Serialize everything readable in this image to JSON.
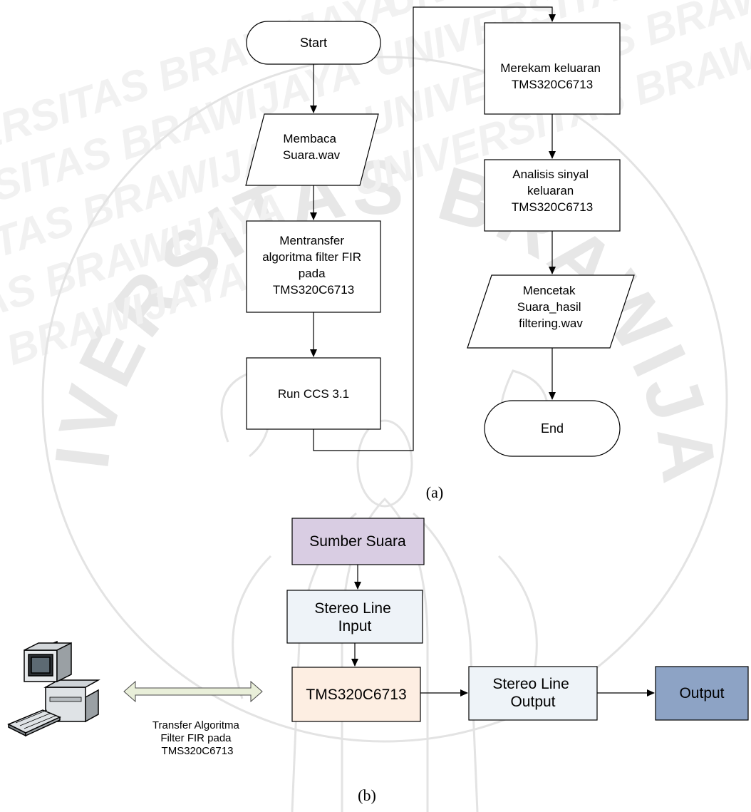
{
  "watermark": {
    "institution_text": "UNIVERSITAS BRAWIJAYA",
    "arc_text": "UNIVERSITAS BRAWIJAYA"
  },
  "figure_a": {
    "caption": "(a)",
    "start": "Start",
    "read_lines": [
      "Membaca",
      "Suara.wav"
    ],
    "transfer_lines": [
      "Mentransfer",
      "algoritma filter FIR",
      "pada",
      "TMS320C6713"
    ],
    "run": "Run CCS 3.1",
    "record_lines": [
      "Merekam keluaran",
      "TMS320C6713"
    ],
    "analyze_lines": [
      "Analisis sinyal",
      "keluaran",
      "TMS320C6713"
    ],
    "print_lines": [
      "Mencetak",
      "Suara_hasil",
      "filtering.wav"
    ],
    "end": "End"
  },
  "figure_b": {
    "caption": "(b)",
    "source": "Sumber Suara",
    "line_input_lines": [
      "Stereo Line",
      "Input"
    ],
    "dsp": "TMS320C6713",
    "line_output_lines": [
      "Stereo Line",
      "Output"
    ],
    "output": "Output",
    "transfer_lines": [
      "Transfer Algoritma",
      "Filter FIR pada",
      "TMS320C6713"
    ],
    "colors": {
      "source_fill": "#d9cde3",
      "line_fill": "#eef3f8",
      "dsp_fill": "#fdeee2",
      "output_fill": "#8da3c5",
      "arrow_fill": "#e9efd9"
    }
  }
}
